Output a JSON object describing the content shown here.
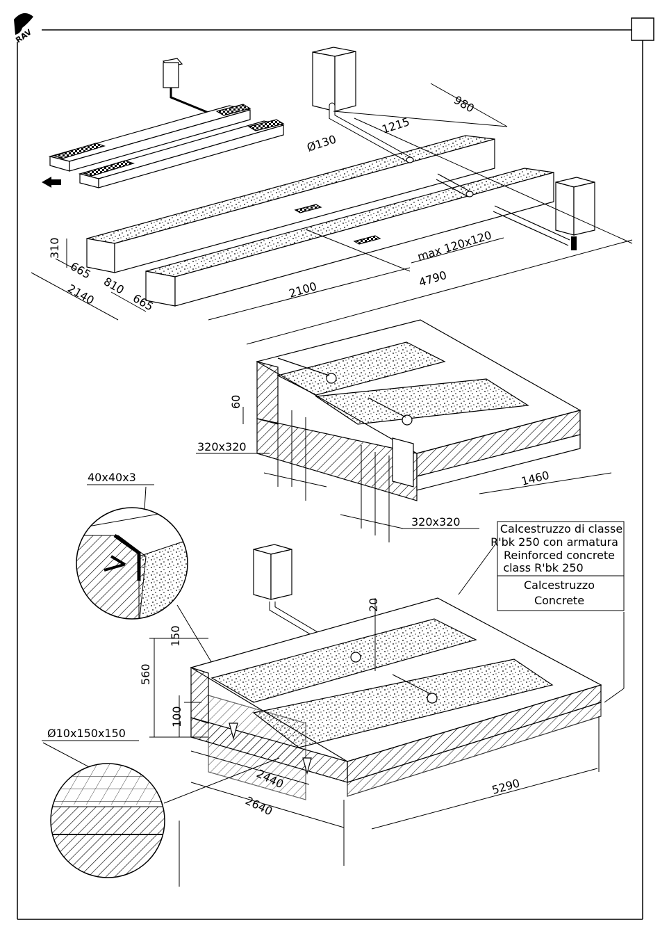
{
  "brand": {
    "logo_text": "RAV"
  },
  "dimensions": {
    "d980": "980",
    "d1215": "1215",
    "d130": "Ø130",
    "d310": "310",
    "d665a": "665",
    "d810": "810",
    "d2140": "2140",
    "d665b": "665",
    "d2100": "2100",
    "d4790": "4790",
    "dmax": "max 120x120",
    "d60": "60",
    "d320a": "320x320",
    "d1460": "1460",
    "d320b": "320x320",
    "d40": "40x40x3",
    "d20": "20",
    "d150": "150",
    "d560": "560",
    "d100": "100",
    "d2440": "2440",
    "d2640": "2640",
    "d5290": "5290",
    "mesh": "Ø10x150x150"
  },
  "legend": {
    "reinforced_it_1": "Calcestruzzo di classe",
    "reinforced_it_2": "R'bk 250 con armatura",
    "reinforced_en_1": "Reinforced concrete",
    "reinforced_en_2": "class R'bk 250",
    "concrete_it": "Calcestruzzo",
    "concrete_en": "Concrete"
  },
  "colors": {
    "ink": "#000000",
    "paper": "#ffffff"
  }
}
